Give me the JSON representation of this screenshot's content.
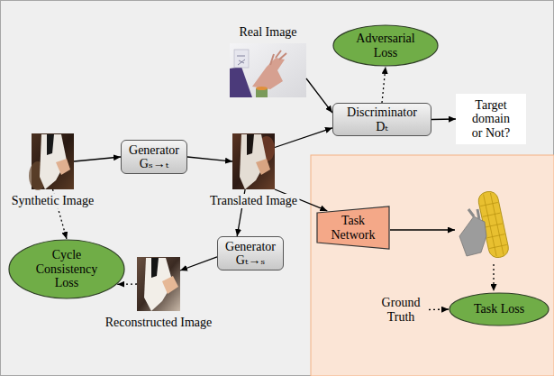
{
  "diagram": {
    "nodes": [
      {
        "text": [
          "Real Image"
        ]
      },
      {
        "text": [
          "Adversarial Loss"
        ]
      },
      {
        "text": [
          "Discriminator Dₜ"
        ]
      },
      {
        "text": [
          "Target domain or Not?"
        ]
      },
      {
        "text": [
          "Synthetic Image"
        ]
      },
      {
        "text": [
          "Generator Gₛ→ₜ"
        ]
      },
      {
        "text": [
          "Translated Image"
        ]
      },
      {
        "text": [
          "Cycle Consistency Loss"
        ]
      },
      {
        "text": [
          "Generator Gₜ→ₛ"
        ]
      },
      {
        "text": [
          "Reconstructed Image"
        ]
      },
      {
        "text": [
          "Task Network"
        ]
      },
      {
        "text": [
          "Ground Truth"
        ]
      },
      {
        "text": [
          "Task Loss"
        ]
      }
    ],
    "edges": [
      {
        "from": 4,
        "to": 5,
        "arrow": "to"
      },
      {
        "from": 5,
        "to": 6,
        "arrow": "to"
      },
      {
        "from": 0,
        "to": 2,
        "arrow": "to"
      },
      {
        "from": 6,
        "to": 2,
        "arrow": "to"
      },
      {
        "from": 2,
        "to": 1,
        "arrow": "to"
      },
      {
        "from": 2,
        "to": 3,
        "arrow": "to"
      },
      {
        "from": 6,
        "to": 8,
        "arrow": "to"
      },
      {
        "from": 8,
        "to": 9,
        "arrow": "to"
      },
      {
        "from": 9,
        "to": 7,
        "arrow": "to"
      },
      {
        "from": 4,
        "to": 7,
        "arrow": "to"
      },
      {
        "from": 6,
        "to": 10,
        "arrow": "to"
      },
      {
        "from": 11,
        "to": 12,
        "arrow": "to"
      }
    ]
  }
}
